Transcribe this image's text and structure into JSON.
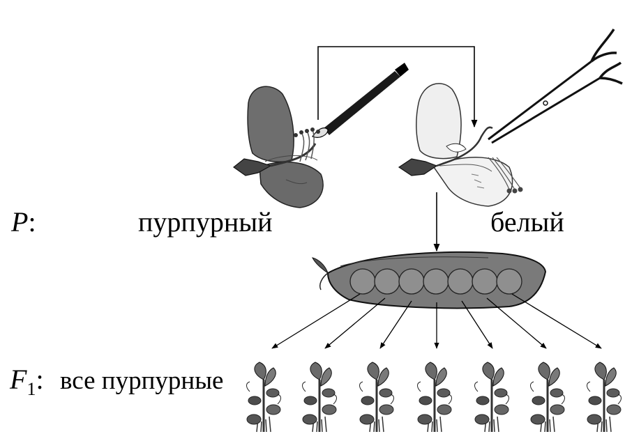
{
  "parent_label": {
    "symbol": "P",
    "suffix": ":"
  },
  "parent_left": "пурпурный",
  "parent_right": "белый",
  "f1_label": {
    "symbol": "F",
    "sub": "1",
    "suffix": ":"
  },
  "f1_result": "все пурпурные",
  "colors": {
    "purple_flower": "#6e6e6e",
    "white_flower": "#efefef",
    "pod": "#7a7a7a",
    "pea": "#8f8f8f",
    "plant": "#3a3a3a",
    "line": "#000000"
  },
  "icons": {
    "brush": "paintbrush-icon",
    "scissors": "scissors-icon",
    "pod": "pea-pod-icon",
    "plant": "pea-plant-icon"
  }
}
